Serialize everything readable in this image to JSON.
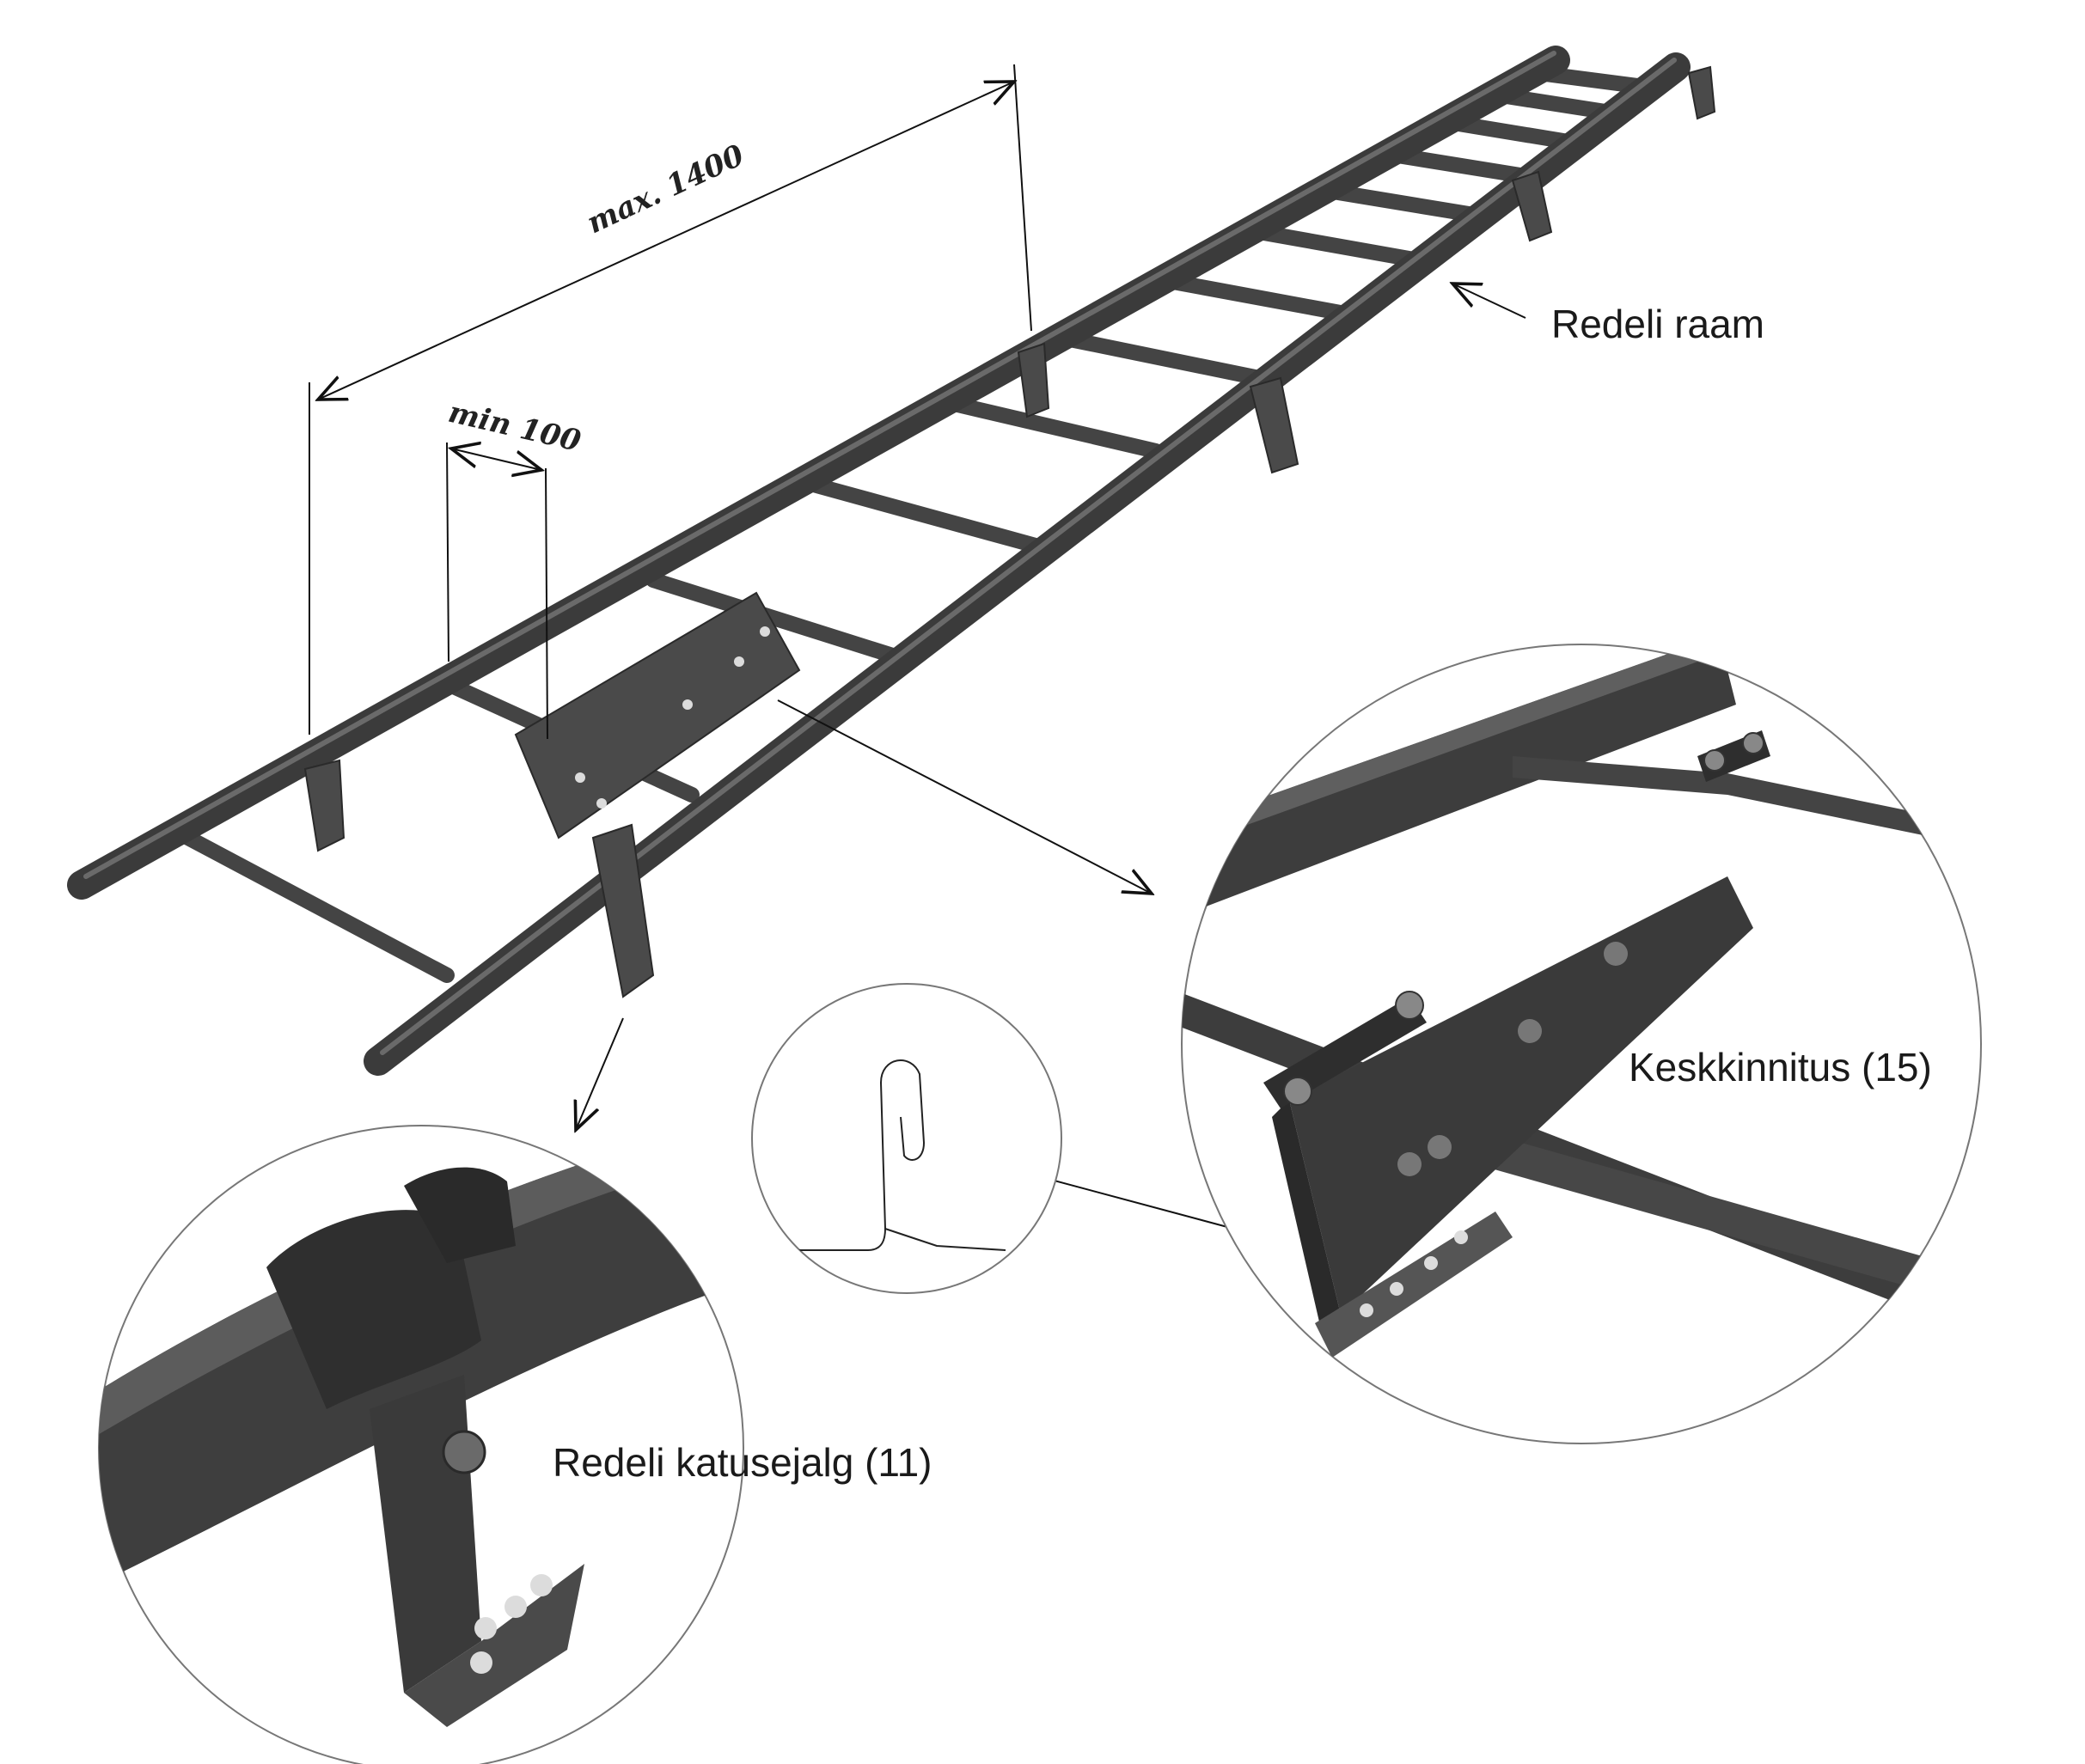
{
  "labels": {
    "frame": "Redeli raam",
    "center_mount": "Keskkinnitus (15)",
    "roof_foot": "Redeli katusejalg (11)"
  },
  "dimensions": {
    "max_spacing": "max. 1400",
    "min_offset": "min 100"
  },
  "colors": {
    "metal": "#3b3b3b",
    "line": "#111111",
    "background": "#ffffff"
  }
}
